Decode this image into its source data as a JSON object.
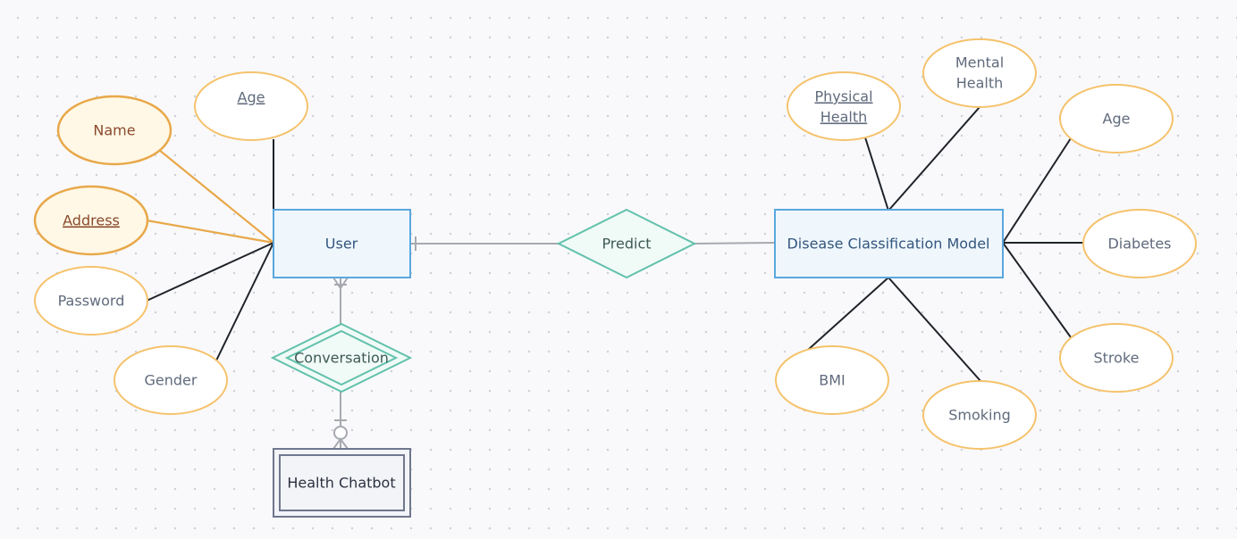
{
  "entities": {
    "user": "User",
    "model": "Disease Classification Model",
    "chatbot": "Health Chatbot"
  },
  "relationships": {
    "predict": "Predict",
    "conversation": "Conversation"
  },
  "user_attributes": {
    "age": "Age",
    "name": "Name",
    "address": "Address",
    "password": "Password",
    "gender": "Gender"
  },
  "model_attributes": {
    "physical_health": [
      "Physical",
      "Health"
    ],
    "mental_health": [
      "Mental",
      "Health"
    ],
    "age": "Age",
    "diabetes": "Diabetes",
    "stroke": "Stroke",
    "smoking": "Smoking",
    "bmi": "BMI"
  },
  "colors": {
    "attribute_stroke": "#f5c26b",
    "selected_attribute_stroke": "#e8a84a",
    "entity_stroke": "#5aa7dd",
    "relationship_stroke": "#62c1ab",
    "weak_entity_stroke": "#6e778d",
    "connector": "#1f2329"
  }
}
